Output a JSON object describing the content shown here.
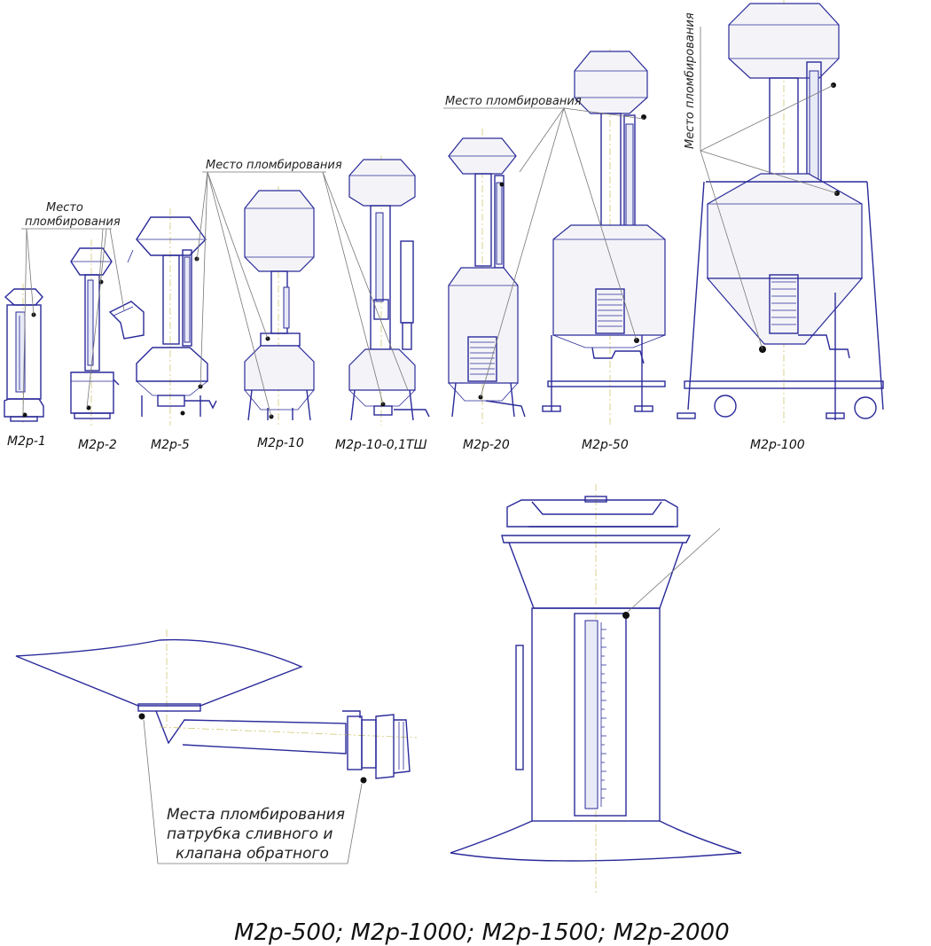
{
  "models_top": [
    {
      "label": "М2р-1"
    },
    {
      "label": "М2р-2"
    },
    {
      "label": "М2р-5"
    },
    {
      "label": "М2р-10"
    },
    {
      "label": "М2р-10-0,1ТШ"
    },
    {
      "label": "М2р-20"
    },
    {
      "label": "М2р-50"
    },
    {
      "label": "М2р-100"
    }
  ],
  "notes": {
    "seal_place_1_line1": "Место",
    "seal_place_1_line2": "пломбирования",
    "seal_place_2": "Место пломбирования",
    "seal_place_3": "Место пломбирования",
    "seal_place_4": "Место пломбирования",
    "drain_line1": "Места пломбирования",
    "drain_line2": "патрубка сливного и",
    "drain_line3": "клапана обратного"
  },
  "caption": "М2р-500; М2р-1000; М2р-1500; М2р-2000",
  "colors": {
    "line": "#2a2a9a",
    "leader": "#777777",
    "axis": "#c8c060",
    "seal": "#111111"
  }
}
